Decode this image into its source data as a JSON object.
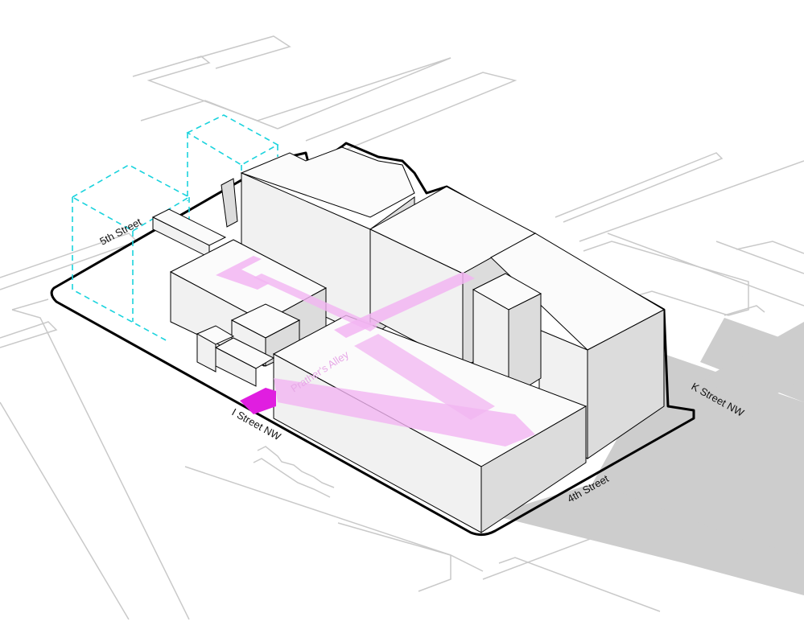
{
  "colors": {
    "background": "#ffffff",
    "street_lines": "#c9c9c9",
    "shadow": "#cdcdcd",
    "building_top": "#fbfbfb",
    "building_left": "#f1f1f1",
    "building_right": "#dcdcdc",
    "outline": "#000000",
    "dashed_outline": "#1ad3dd",
    "alley_light": "#f2b5f2",
    "alley_strong": "#e01ee0"
  },
  "labels": {
    "fifth_street": "5th Street",
    "i_street": "I Street NW",
    "k_street": "K Street NW",
    "fourth_street": "4th Street",
    "alley": "Prather's Alley"
  }
}
